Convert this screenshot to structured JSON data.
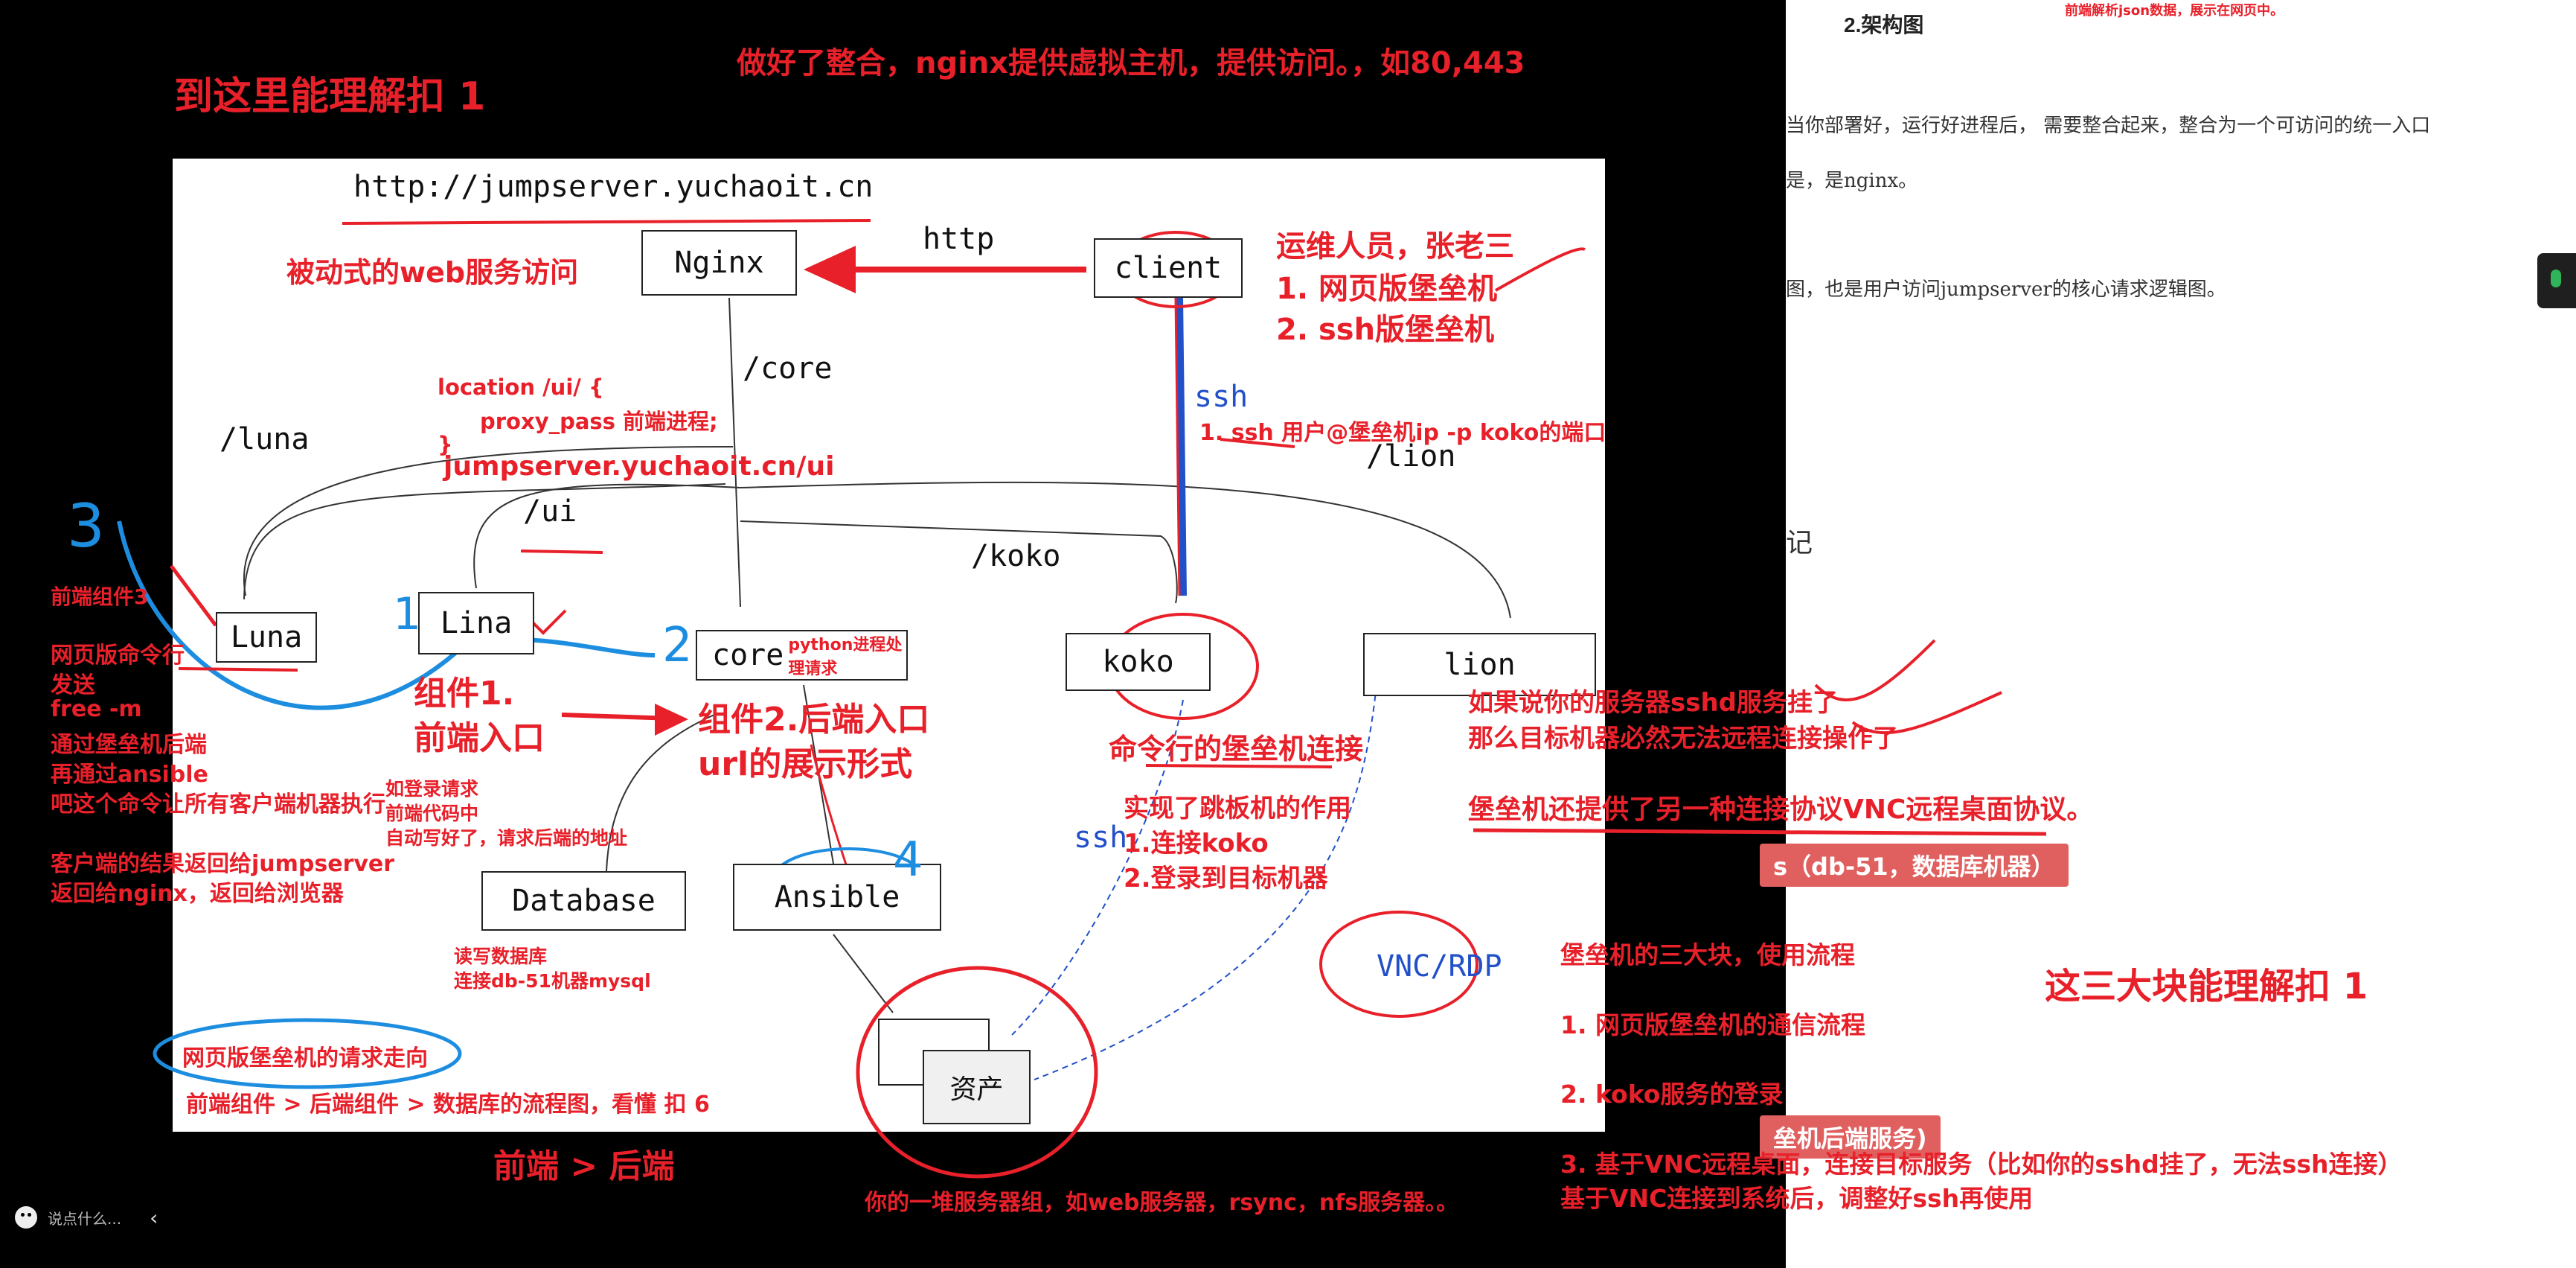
{
  "document": {
    "heading": "2.架构图",
    "top_note": "前端解析json数据，展示在网页中。",
    "line1": "当你部署好，运行好进程后，  需要整合起来，整合为一个可访问的统一入口",
    "line2": "是，是nginx。",
    "line3": "图，也是用户访问jumpserver的核心请求逻辑图。",
    "partial_char": "记",
    "pill_db": "s（db-51，数据库机器）",
    "pill_backend": "垒机后端服务)"
  },
  "board": {
    "url": "http://jumpserver.yuchaoit.cn",
    "nodes": {
      "nginx": "Nginx",
      "client": "client",
      "luna": "Luna",
      "lina": "Lina",
      "core": "core",
      "koko": "koko",
      "lion": "lion",
      "database": "Database",
      "ansible": "Ansible",
      "asset": "资产"
    },
    "routes": {
      "http": "http",
      "core": "/core",
      "luna": "/luna",
      "ui": "/ui",
      "koko": "/koko",
      "lion": "/lion",
      "ssh_top": "ssh",
      "ssh_bottom": "ssh",
      "vnc": "VNC/RDP"
    }
  },
  "annotations": {
    "top_title": "到这里能理解扣 1",
    "top_center": "做好了整合，nginx提供虚拟主机，提供访问。，如80,443",
    "passive_web": "被动式的web服务访问",
    "ops_1": "运维人员，张老三",
    "ops_2": "1. 网页版堡垒机",
    "ops_3": "2. ssh版堡垒机",
    "loc_1": "location /ui/ {",
    "loc_2": "proxy_pass 前端进程;",
    "loc_3": "}",
    "jump_ui": "jumpserver.yuchaoit.cn/ui",
    "ssh_cmd": "1. ssh 用户@堡垒机ip -p koko的端口",
    "core_python": "python进程处理请求",
    "comp1_a": "组件1.",
    "comp1_b": "前端入口",
    "comp2_a": "组件2.后端入口",
    "comp2_b": "url的展示形式",
    "login_a": "如登录请求",
    "login_b": "前端代码中",
    "login_c": "自动写好了，请求后端的地址",
    "cli_koko": "命令行的堡垒机连接",
    "jump_a": "实现了跳板机的作用",
    "jump_b": "1.连接koko",
    "jump_c": "2.登录到目标机器",
    "sshd_a": "如果说你的服务器sshd服务挂了",
    "sshd_b": "那么目标机器必然无法远程连接操作了",
    "vnc_note": "堡垒机还提供了另一种连接协议VNC远程桌面协议。",
    "db_a": "读写数据库",
    "db_b": "连接db-51机器mysql",
    "left_1": "前端组件3",
    "left_2": "网页版命令行",
    "left_3": "发送",
    "left_4": "free -m",
    "left_5": "通过堡垒机后端",
    "left_6": "再通过ansible",
    "left_7": "吧这个命令让所有客户端机器执行",
    "left_8": "客户端的结果返回给jumpserver",
    "left_9": "返回给nginx，返回给浏览器",
    "web_flow": "网页版堡垒机的请求走向",
    "flow_summary": "前端组件 > 后端组件  > 数据库的流程图，看懂 扣 6",
    "fe_be": "前端  > 后端",
    "servers": "你的一堆服务器组，如web服务器，rsync，nfs服务器。。",
    "three_title": "这三大块能理解扣 1",
    "three_a": "堡垒机的三大块，使用流程",
    "three_b": "1. 网页版堡垒机的通信流程",
    "three_c": "2. koko服务的登录",
    "three_d": "3. 基于VNC远程桌面，连接目标服务（比如你的sshd挂了，无法ssh连接）",
    "three_e": "基于VNC连接到系统后，调整好ssh再使用",
    "circle_3": "3",
    "circle_1": "1",
    "circle_2": "2",
    "circle_4": "4"
  },
  "comment": {
    "placeholder": "说点什么..."
  }
}
